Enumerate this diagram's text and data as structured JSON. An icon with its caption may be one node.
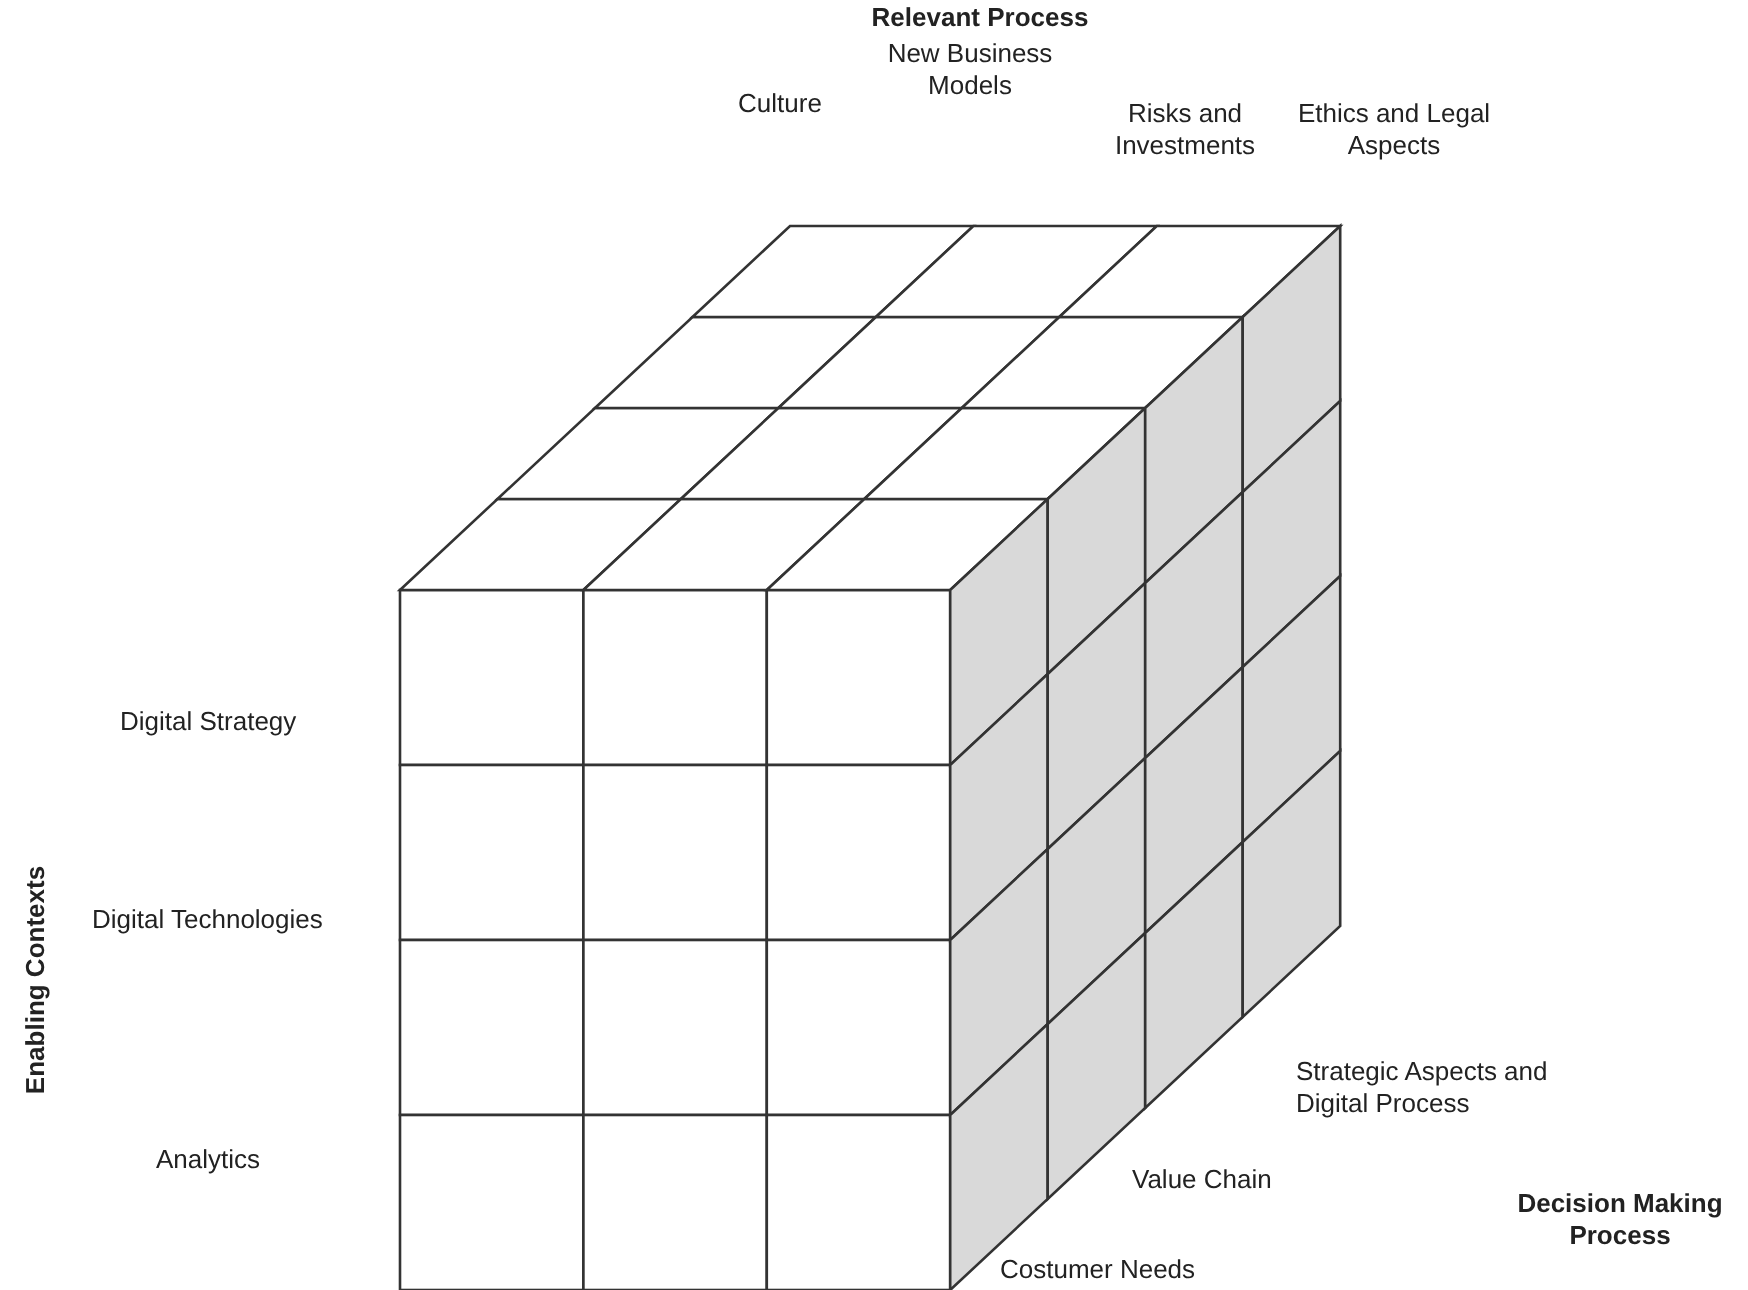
{
  "diagram": {
    "labels": [
      "Relevant Process",
      "Culture",
      "New Business Models",
      "Risks and Investments",
      "Ethics and Legal Aspects",
      "Digital Strategy",
      "Enabling Contexts",
      "Digital Technologies",
      "Strategic Aspects and Digital Process",
      "Analytics",
      "Value Chain",
      "Decision Making Process",
      "Costumer Needs"
    ]
  }
}
